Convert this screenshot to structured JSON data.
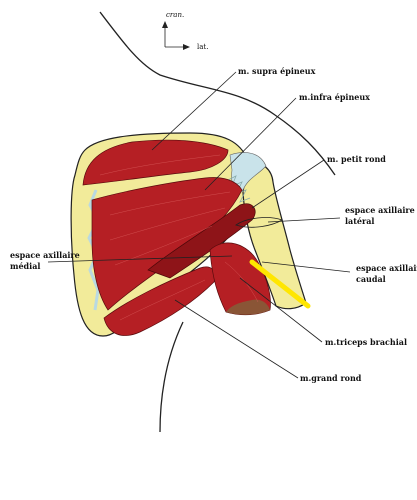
{
  "orientation": {
    "cranial": "cran.",
    "lateral": "lat."
  },
  "labels": {
    "supraspinatus": "m. supra épineux",
    "infraspinatus": "m.infra épineux",
    "teres_minor": "m. petit rond",
    "lateral_space_line1": "espace axillaire",
    "lateral_space_line2": "latéral",
    "medial_space_line1": "espace axillaire",
    "medial_space_line2": "médial",
    "caudal_space_line1": "espace axillaire",
    "caudal_space_line2": "caudal",
    "triceps": "m.triceps brachial",
    "teres_major": "m.grand rond"
  },
  "colors": {
    "muscle": "#b51f24",
    "muscle_dark": "#8e1418",
    "bone": "#f2eb9a",
    "bone_outline": "#222222",
    "cartilage": "#c9e3ea",
    "nerve_highlight": "#ffe600"
  }
}
